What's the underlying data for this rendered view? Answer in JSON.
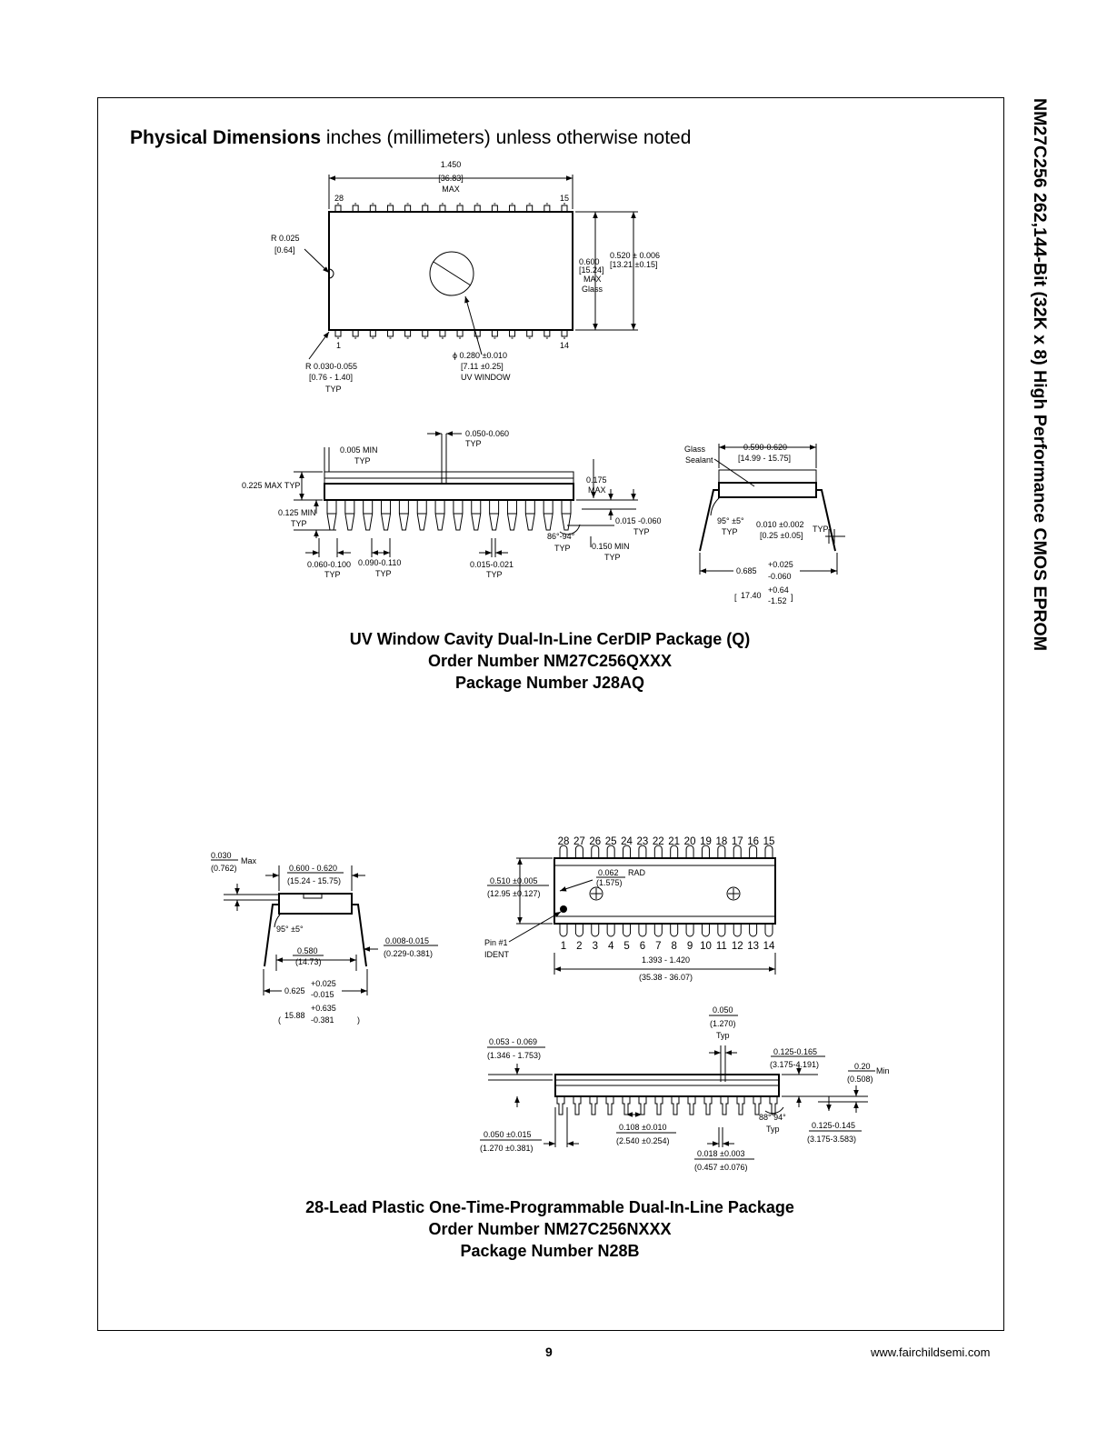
{
  "heading": {
    "bold": "Physical Dimensions",
    "rest": " inches (millimeters) unless otherwise noted"
  },
  "side_title": "NM27C256 262,144-Bit (32K x 8) High Performance CMOS EPROM",
  "package_q": {
    "caption_1": "UV Window Cavity Dual-In-Line CerDIP Package (Q)",
    "caption_2": "Order Number NM27C256QXXX",
    "caption_3": "Package Number J28AQ",
    "top_view": {
      "length_in": "1.450",
      "length_mm": "[36.83]",
      "length_note": "MAX",
      "pin_28": "28",
      "pin_15": "15",
      "pin_1": "1",
      "pin_14": "14",
      "notch_r_in": "R 0.025",
      "notch_r_mm": "[0.64]",
      "width_in": "0.600",
      "width_mm": "[15.24]",
      "width_note_1": "MAX",
      "width_note_2": "Glass",
      "body_in": "0.520 ± 0.006",
      "body_mm": "[13.21 ±0.15]",
      "corner_in": "R 0.030-0.055",
      "corner_mm": "[0.76 - 1.40]",
      "corner_note": "TYP",
      "window_in": "ϕ 0.280 ±0.010",
      "window_mm": "[7.11 ±0.25]",
      "window_note": "UV WINDOW"
    },
    "side_view": {
      "lead_gap": "0.050-0.060",
      "lead_gap_note": "TYP",
      "standoff": "0.005 MIN",
      "standoff_note": "TYP",
      "height": "0.225 MAX TYP",
      "seat": "0.175",
      "seat_note": "MAX",
      "lead_len": "0.125 MIN",
      "lead_len_note": "TYP",
      "lead_w": "0.015 -0.060",
      "lead_w_note": "TYP",
      "angle": "86°-94°",
      "angle_note": "TYP",
      "lead_min": "0.150 MIN",
      "lead_min_note": "TYP",
      "shoulder": "0.060-0.100",
      "shoulder_note": "TYP",
      "pitch": "0.090-0.110",
      "pitch_note": "TYP",
      "pin_w": "0.015-0.021",
      "pin_w_note": "TYP"
    },
    "end_view": {
      "glass": "Glass",
      "sealant": "Sealant",
      "width_in": "0.590-0.620",
      "width_mm": "[14.99 - 15.75]",
      "angle": "95° ±5°",
      "angle_note": "TYP",
      "thick_in": "0.010 ±0.002",
      "thick_mm": "[0.25 ±0.05]",
      "thick_note": "TYP",
      "span_in": "0.685",
      "span_plus": "+0.025",
      "span_minus": "-0.060",
      "span_mm": "17.40",
      "span_mm_plus": "+0.64",
      "span_mm_minus": "-1.52"
    }
  },
  "package_n": {
    "caption_1": "28-Lead Plastic One-Time-Programmable Dual-In-Line Package",
    "caption_2": "Order Number NM27C256NXXX",
    "caption_3": "Package Number N28B",
    "end_view": {
      "lead_in": "0.030",
      "lead_note": "Max",
      "lead_mm": "(0.762)",
      "width_in": "0.600 - 0.620",
      "width_mm": "(15.24 - 15.75)",
      "angle": "95° ±5°",
      "thick_in": "0.008-0.015",
      "thick_mm": "(0.229-0.381)",
      "row_in": "0.580",
      "row_mm": "(14.73)",
      "span_in": "0.625",
      "span_plus": "+0.025",
      "span_minus": "-0.015",
      "span_mm": "15.88",
      "span_mm_plus": "+0.635",
      "span_mm_minus": "-0.381"
    },
    "top_view": {
      "top_pins": [
        "28",
        "27",
        "26",
        "25",
        "24",
        "23",
        "22",
        "21",
        "20",
        "19",
        "18",
        "17",
        "16",
        "15"
      ],
      "bottom_pins": [
        "1",
        "2",
        "3",
        "4",
        "5",
        "6",
        "7",
        "8",
        "9",
        "10",
        "11",
        "12",
        "13",
        "14"
      ],
      "rad_in": "0.062",
      "rad_note": "RAD",
      "rad_mm": "(1.575)",
      "width_in": "0.510 ±0.005",
      "width_mm": "(12.95 ±0.127)",
      "pin1_a": "Pin #1",
      "pin1_b": "IDENT",
      "length_in": "1.393 - 1.420",
      "length_mm": "(35.38 - 36.07)"
    },
    "side_view": {
      "tip_in": "0.050",
      "tip_mm": "(1.270)",
      "tip_note": "Typ",
      "body_in": "0.053 - 0.069",
      "body_mm": "(1.346 - 1.753)",
      "seat_in": "0.125-0.165",
      "seat_mm": "(3.175-4.191)",
      "stand_in": "0.20",
      "stand_note": "Min",
      "stand_mm": "(0.508)",
      "angle": "88° 94°",
      "angle_note": "Typ",
      "lead_in": "0.125-0.145",
      "lead_mm": "(3.175-3.583)",
      "shoulder_in": "0.050 ±0.015",
      "shoulder_mm": "(1.270 ±0.381)",
      "pitch_in": "0.108 ±0.010",
      "pitch_mm": "(2.540 ±0.254)",
      "pin_in": "0.018 ±0.003",
      "pin_mm": "(0.457 ±0.076)"
    }
  },
  "footer": {
    "page": "9",
    "url": "www.fairchildsemi.com"
  }
}
